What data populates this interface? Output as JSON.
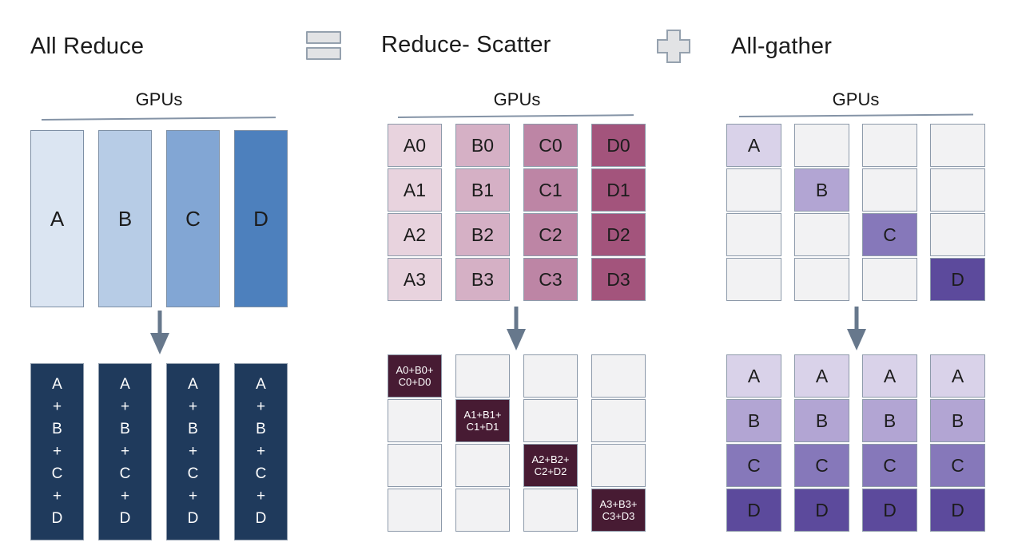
{
  "header": {
    "left_title": "All Reduce",
    "middle_title": "Reduce- Scatter",
    "right_title": "All-gather",
    "equals_icon": "equals-icon",
    "plus_icon": "plus-icon"
  },
  "colors": {
    "text": "#1c1c1c",
    "arrow": "#67788c",
    "gpu_line": "#8493a6",
    "cell_border": "#8d9aaa",
    "column_border": "#7d8fa5",
    "empty_cell": "#f2f2f3",
    "navy": "#1f3a5c",
    "maroon": "#471b33",
    "blues": [
      "#dbe5f2",
      "#b7cce6",
      "#82a6d4",
      "#4d80bd"
    ],
    "pinks": [
      "#e8d3de",
      "#d5b0c5",
      "#bd85a5",
      "#a3547c"
    ],
    "purples": [
      "#d9d2e9",
      "#b2a5d3",
      "#8678ba",
      "#5c4a9c"
    ],
    "icon_fill": "#e2e3e5",
    "icon_border": "#95a1ae"
  },
  "all_reduce": {
    "gpus_label": "GPUs",
    "inputs": [
      "A",
      "B",
      "C",
      "D"
    ],
    "output_count": 4,
    "output_lines": [
      "A",
      "+",
      "B",
      "+",
      "C",
      "+",
      "D"
    ]
  },
  "reduce_scatter": {
    "gpus_label": "GPUs",
    "rows_per_column": 4,
    "input_columns": [
      {
        "cells": [
          "A0",
          "A1",
          "A2",
          "A3"
        ]
      },
      {
        "cells": [
          "B0",
          "B1",
          "B2",
          "B3"
        ]
      },
      {
        "cells": [
          "C0",
          "C1",
          "C2",
          "C3"
        ]
      },
      {
        "cells": [
          "D0",
          "D1",
          "D2",
          "D3"
        ]
      }
    ],
    "output_columns": [
      {
        "highlight_row": 0,
        "lines": [
          "A0+B0+",
          "C0+D0"
        ]
      },
      {
        "highlight_row": 1,
        "lines": [
          "A1+B1+",
          "C1+D1"
        ]
      },
      {
        "highlight_row": 2,
        "lines": [
          "A2+B2+",
          "C2+D2"
        ]
      },
      {
        "highlight_row": 3,
        "lines": [
          "A3+B3+",
          "C3+D3"
        ]
      }
    ]
  },
  "all_gather": {
    "gpus_label": "GPUs",
    "rows_per_column": 4,
    "output_column_count": 4,
    "input_columns": [
      {
        "highlight_row": 0,
        "label": "A"
      },
      {
        "highlight_row": 1,
        "label": "B"
      },
      {
        "highlight_row": 2,
        "label": "C"
      },
      {
        "highlight_row": 3,
        "label": "D"
      }
    ],
    "output_rows": [
      "A",
      "B",
      "C",
      "D"
    ]
  }
}
